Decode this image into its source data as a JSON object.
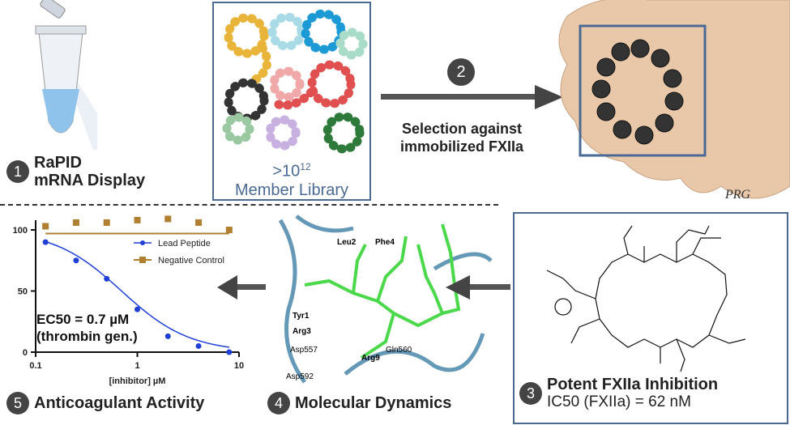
{
  "step1": {
    "number": "1",
    "title_line1": "RaPID",
    "title_line2": "mRNA Display"
  },
  "library": {
    "count": ">10",
    "exponent": "12",
    "label": "Member Library"
  },
  "step2": {
    "number": "2",
    "title_line1": "Selection against",
    "title_line2": "immobilized FXIIa"
  },
  "signature": "PRG",
  "step3": {
    "number": "3",
    "title": "Potent FXIIa Inhibition",
    "ic50": "IC50 (FXIIa) = 62 nM"
  },
  "step4": {
    "number": "4",
    "title": "Molecular Dynamics",
    "residues": [
      "Leu2",
      "Phe4",
      "Tyr1",
      "Arg3",
      "Asp557",
      "Gln560",
      "Arg9",
      "Asp592"
    ]
  },
  "step5": {
    "number": "5",
    "title": "Anticoagulant Activity"
  },
  "colors": {
    "lead": "#1f3fd6",
    "control": "#b07f30",
    "frame": "#4a6a94",
    "protein": "#e8c8a8"
  },
  "chart_data": {
    "type": "scatter",
    "xlabel": "[inhibitor] µM",
    "ylabel": "",
    "xscale": "log",
    "xlim": [
      0.1,
      10
    ],
    "ylim": [
      0,
      110
    ],
    "xticks": [
      "0.1",
      "1",
      "10"
    ],
    "yticks": [
      "0",
      "50",
      "100"
    ],
    "legend_placement": "top-right",
    "annotation_line1": "EC50 = 0.7 µM",
    "annotation_line2": "(thrombin gen.)",
    "series": [
      {
        "name": "Lead Peptide",
        "color": "#1f3fd6",
        "marker": "circle",
        "fit": "sigmoid",
        "x": [
          0.125,
          0.25,
          0.5,
          1,
          2,
          4,
          8
        ],
        "y": [
          90,
          75,
          60,
          35,
          13,
          5,
          0
        ]
      },
      {
        "name": "Negative Control",
        "color": "#b07f30",
        "marker": "square",
        "fit_value": 97,
        "x": [
          0.125,
          0.25,
          0.5,
          1,
          2,
          4,
          8
        ],
        "y": [
          103,
          106,
          106,
          108,
          109,
          106,
          100
        ]
      }
    ]
  }
}
